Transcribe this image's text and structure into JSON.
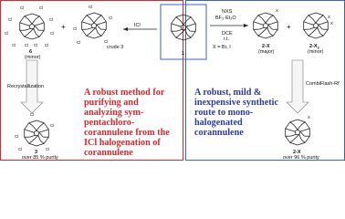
{
  "compounds": {
    "c6_label": "6",
    "c6_note": "(minor)",
    "crude3_label": "crude 3",
    "c1_label": "1",
    "c2x_label": "2-X",
    "c2x_note": "(major)",
    "c2x2_label": "2-X",
    "c2x2_sub": "2",
    "c2x2_note": "(minor)",
    "c3_label": "3",
    "c3_note": "over 85 % purity",
    "c2x_pure_label": "2-X",
    "c2x_pure_note": "over 96 % purity"
  },
  "reagents": {
    "icl": "ICl",
    "nxs": "NXS",
    "bf3": "BF₃·Et₂O",
    "dce": "DCE",
    "rt": "r.t.",
    "x_def": "X = Br, I",
    "recrystallization": "Recrystallization",
    "combiflash": "CombiFlash-Rf"
  },
  "atoms": {
    "cl": "Cl",
    "x": "X"
  },
  "plus": "+",
  "red_text": "A robust method for purifying and analyzing sym-pentachloro-corannulene from the ICl halogenation of corannulene",
  "blue_text": "A robust, mild & inexpensive synthetic route to mono-halogenated corannulene",
  "colors": {
    "red": "#e0262d",
    "blue": "#2d3aa8",
    "box_blue": "#3a63c4",
    "arrow_fill": "#f5f5f5"
  }
}
